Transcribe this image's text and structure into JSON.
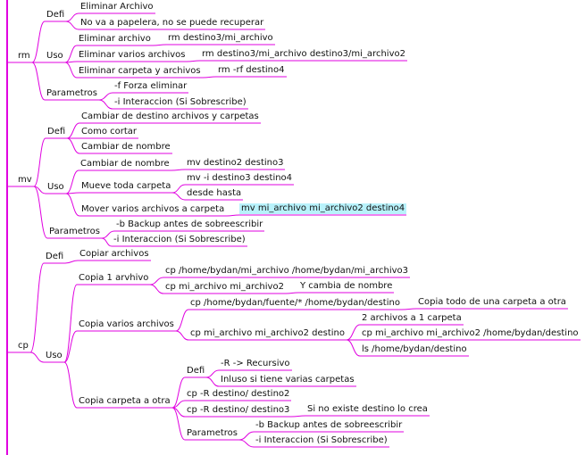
{
  "colors": {
    "branch": "#e000e0",
    "highlight": "#b8f2fb",
    "text": "#111111"
  },
  "map": {
    "rm": {
      "label": "rm",
      "defi": {
        "label": "Defi",
        "items": [
          "Eliminar Archivo",
          "No va a papelera, no se puede recuperar"
        ]
      },
      "uso": {
        "label": "Uso",
        "items": [
          {
            "label": "Eliminar archivo",
            "cmd": "rm destino3/mi_archivo"
          },
          {
            "label": "Eliminar varios archivos",
            "cmd": "rm destino3/mi_archivo destino3/mi_archivo2"
          },
          {
            "label": "Eliminar carpeta y archivos",
            "cmd": "rm -rf destino4"
          }
        ]
      },
      "parametros": {
        "label": "Parametros",
        "items": [
          "-f Forza eliminar",
          "-i Interaccion (Si Sobrescribe)"
        ]
      }
    },
    "mv": {
      "label": "mv",
      "defi": {
        "label": "Defi",
        "items": [
          "Cambiar de destino archivos y carpetas",
          "Como cortar",
          "Cambiar de nombre"
        ]
      },
      "uso": {
        "label": "Uso",
        "cambiar_nombre": {
          "label": "Cambiar de nombre",
          "cmd": "mv destino2 destino3"
        },
        "mueve_carpeta": {
          "label": "Mueve toda carpeta",
          "cmd": "mv -i destino3 destino4",
          "note": "desde hasta"
        },
        "mover_varios": {
          "label": "Mover varios archivos a carpeta",
          "cmd": "mv mi_archivo mi_archivo2 destino4"
        }
      },
      "parametros": {
        "label": "Parametros",
        "items": [
          "-b Backup antes de sobreescribir",
          "-i Interaccion (Si Sobrescribe)"
        ]
      }
    },
    "cp": {
      "label": "cp",
      "defi": {
        "label": "Defi",
        "item": "Copiar archivos"
      },
      "uso": {
        "label": "Uso",
        "copia1": {
          "label": "Copia 1 arvhivo",
          "cmd1": "cp /home/bydan/mi_archivo /home/bydan/mi_archivo3",
          "cmd2": "cp mi_archivo mi_archivo2",
          "cmd2_note": "Y cambia de nombre"
        },
        "varios": {
          "label": "Copia varios archivos",
          "cmd1": "cp /home/bydan/fuente/* /home/bydan/destino",
          "cmd1_note": "Copia todo de una carpeta a otra",
          "cmd2": "cp mi_archivo mi_archivo2 destino",
          "sub": [
            "2 archivos a 1 carpeta",
            "cp mi_archivo mi_archivo2 /home/bydan/destino",
            "ls /home/bydan/destino"
          ]
        },
        "carpeta": {
          "label": "Copia carpeta a otra",
          "defi": {
            "label": "Defi",
            "items": [
              "-R -> Recursivo",
              "Inluso si tiene varias carpetas"
            ]
          },
          "cmd1": "cp -R destino/ destino2",
          "cmd2": "cp -R destino/ destino3",
          "cmd2_note": "Si no existe destino lo crea",
          "parametros": {
            "label": "Parametros",
            "items": [
              "-b Backup antes de sobreescribir",
              "-i Interaccion (Si Sobrescribe)"
            ]
          }
        }
      }
    }
  }
}
